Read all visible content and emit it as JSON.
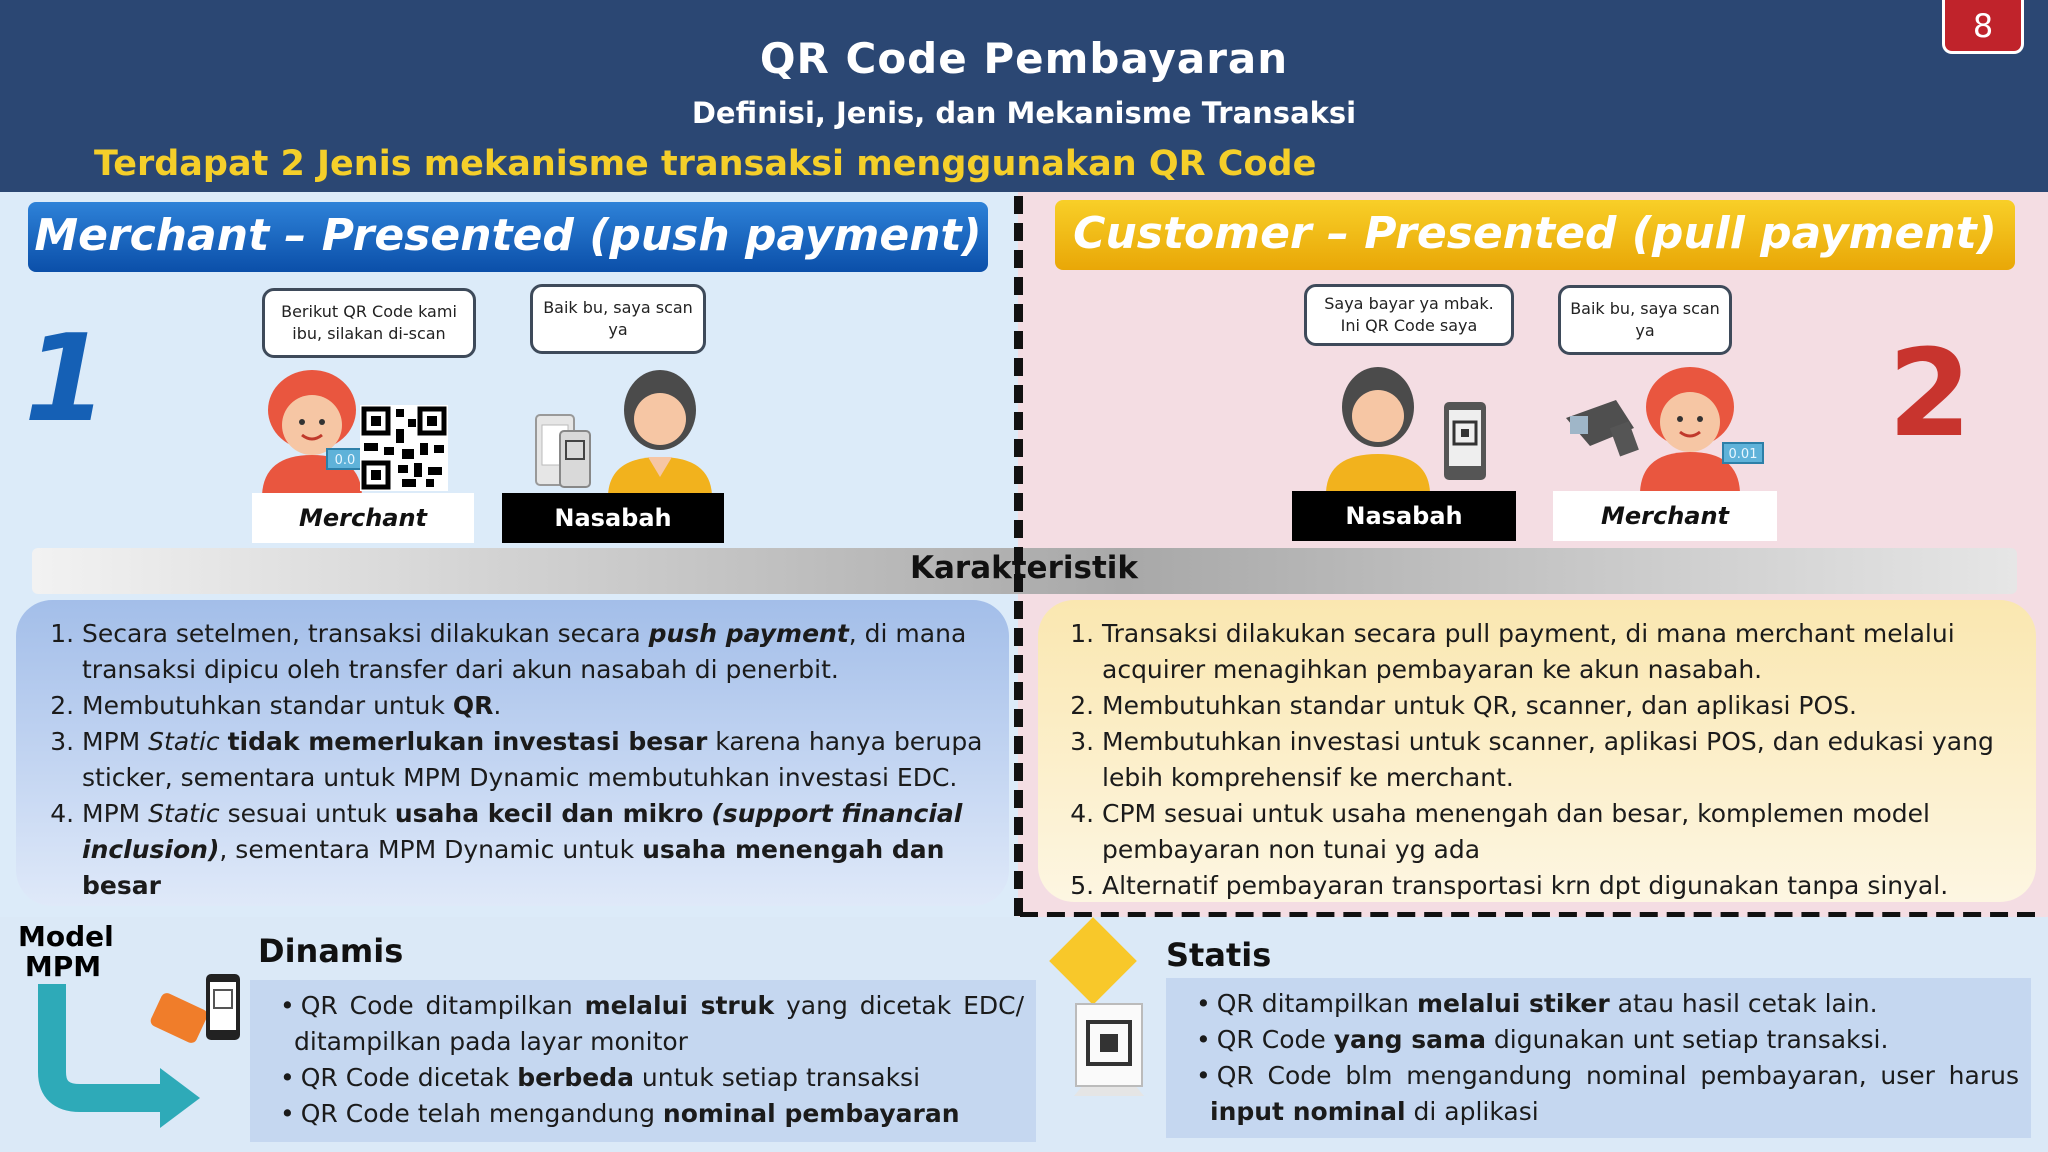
{
  "header": {
    "title": "QR Code Pembayaran",
    "subtitle": "Definisi, Jenis, dan Mekanisme Transaksi",
    "headline": "Terdapat 2 Jenis mekanisme transaksi menggunakan QR Code",
    "page_number": "8"
  },
  "left": {
    "banner": "Merchant – Presented (push payment)",
    "number": "1",
    "bubble_merchant": "Berikut QR Code kami ibu, silakan di-scan",
    "bubble_customer": "Baik bu, saya scan ya",
    "label_merchant": "Merchant",
    "label_customer": "Nasabah",
    "price_tag": "0.0"
  },
  "right": {
    "banner": "Customer – Presented (pull payment)",
    "number": "2",
    "bubble_customer": "Saya bayar ya mbak. Ini QR Code saya",
    "bubble_merchant": "Baik bu, saya scan ya",
    "label_customer": "Nasabah",
    "label_merchant": "Merchant",
    "price_tag": "0.01"
  },
  "karakteristik": "Karakteristik",
  "push_list": [
    {
      "segments": [
        {
          "text": "Secara setelmen, transaksi dilakukan secara ",
          "style": ""
        },
        {
          "text": "push payment",
          "style": "bi"
        },
        {
          "text": ", di mana transaksi dipicu oleh transfer dari akun nasabah di penerbit.",
          "style": ""
        }
      ]
    },
    {
      "segments": [
        {
          "text": "Membutuhkan standar untuk ",
          "style": ""
        },
        {
          "text": "QR",
          "style": "b"
        },
        {
          "text": ".",
          "style": ""
        }
      ]
    },
    {
      "segments": [
        {
          "text": "MPM ",
          "style": ""
        },
        {
          "text": "Static",
          "style": "i"
        },
        {
          "text": " ",
          "style": ""
        },
        {
          "text": "tidak memerlukan investasi besar",
          "style": "b"
        },
        {
          "text": " karena hanya berupa sticker, sementara untuk MPM Dynamic membutuhkan investasi EDC.",
          "style": ""
        }
      ]
    },
    {
      "segments": [
        {
          "text": "MPM ",
          "style": ""
        },
        {
          "text": "Static",
          "style": "i"
        },
        {
          "text": " sesuai untuk ",
          "style": ""
        },
        {
          "text": "usaha kecil dan mikro",
          "style": "b"
        },
        {
          "text": " ",
          "style": ""
        },
        {
          "text": "(support financial inclusion)",
          "style": "bi"
        },
        {
          "text": ", sementara MPM Dynamic untuk ",
          "style": ""
        },
        {
          "text": "usaha menengah dan besar",
          "style": "b"
        }
      ]
    }
  ],
  "pull_list": [
    {
      "segments": [
        {
          "text": "Transaksi dilakukan secara pull payment, di mana merchant melalui acquirer menagihkan pembayaran ke akun nasabah.",
          "style": ""
        }
      ]
    },
    {
      "segments": [
        {
          "text": "Membutuhkan standar untuk QR, scanner, dan aplikasi POS.",
          "style": ""
        }
      ]
    },
    {
      "segments": [
        {
          "text": "Membutuhkan investasi untuk scanner, aplikasi POS, dan edukasi yang lebih komprehensif ke merchant.",
          "style": ""
        }
      ]
    },
    {
      "segments": [
        {
          "text": "CPM sesuai untuk usaha menengah dan besar, komplemen model pembayaran non tunai yg ada",
          "style": ""
        }
      ]
    },
    {
      "segments": [
        {
          "text": "Alternatif pembayaran transportasi krn dpt digunakan tanpa sinyal.",
          "style": ""
        }
      ]
    }
  ],
  "model": {
    "label_line1": "Model",
    "label_line2": "MPM"
  },
  "dinamis": {
    "heading": "Dinamis",
    "items": [
      {
        "justify": true,
        "segments": [
          {
            "text": "QR Code ditampilkan ",
            "style": ""
          },
          {
            "text": "melalui struk",
            "style": "b"
          },
          {
            "text": " yang dicetak EDC/ ditampilkan pada layar monitor",
            "style": ""
          }
        ]
      },
      {
        "justify": false,
        "segments": [
          {
            "text": "QR Code dicetak ",
            "style": ""
          },
          {
            "text": "berbeda",
            "style": "b"
          },
          {
            "text": " untuk setiap transaksi",
            "style": ""
          }
        ]
      },
      {
        "justify": false,
        "segments": [
          {
            "text": "QR Code telah mengandung ",
            "style": ""
          },
          {
            "text": "nominal pembayaran",
            "style": "b"
          }
        ]
      }
    ]
  },
  "statis": {
    "heading": "Statis",
    "items": [
      {
        "justify": false,
        "segments": [
          {
            "text": "QR ditampilkan ",
            "style": ""
          },
          {
            "text": "melalui stiker",
            "style": "b"
          },
          {
            "text": " atau hasil cetak lain.",
            "style": ""
          }
        ]
      },
      {
        "justify": false,
        "segments": [
          {
            "text": "QR Code ",
            "style": ""
          },
          {
            "text": "yang sama",
            "style": "b"
          },
          {
            "text": " digunakan unt setiap transaksi.",
            "style": ""
          }
        ]
      },
      {
        "justify": true,
        "segments": [
          {
            "text": "QR Code blm mengandung nominal pembayaran, user harus ",
            "style": ""
          },
          {
            "text": "input nominal",
            "style": "b"
          },
          {
            "text": " di aplikasi",
            "style": ""
          }
        ]
      }
    ]
  },
  "colors": {
    "header_bg": "#2b4773",
    "headline": "#f5cf2a",
    "push_banner": "#1660bd",
    "pull_banner": "#f2b715",
    "number_one": "#1560b5",
    "number_two": "#c8342e"
  }
}
